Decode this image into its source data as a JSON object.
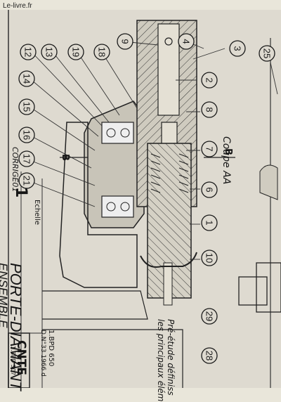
{
  "watermark": "Le-livre.fr",
  "drawing": {
    "title_line1": "PORTE-DIAMANT",
    "title_line2": "ENSEMBLE",
    "sheet_number": "1",
    "scale_label": "Echelle",
    "status": "CORRIGÉ01",
    "section_label": "Coupe AA",
    "section_marker": "B",
    "note_line1": "Pré-étude définiss",
    "note_line2": "les principaux élém",
    "ref_code": "1.BPD 650",
    "ref_date": "D.N°33 1966 d",
    "company": "CNTE",
    "company_sub": "1.BPD 307"
  },
  "bubbles": [
    "12",
    "13",
    "19",
    "18",
    "9",
    "4",
    "3",
    "25",
    "14",
    "2",
    "15",
    "8",
    "16",
    "7",
    "17",
    "21",
    "6",
    "1",
    "10",
    "29",
    "28"
  ]
}
